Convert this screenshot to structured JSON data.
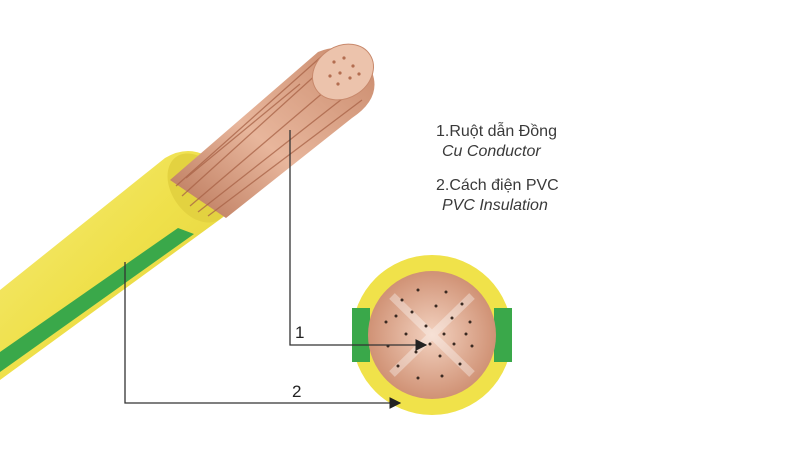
{
  "legend": {
    "items": [
      {
        "number_label": "1.Ruột dẫn Đồng",
        "english": "Cu Conductor"
      },
      {
        "number_label": "2.Cách điện PVC",
        "english": "PVC Insulation"
      }
    ]
  },
  "callouts": {
    "conductor": "1",
    "insulation": "2"
  },
  "colors": {
    "insulation_yellow": "#f0e24a",
    "insulation_green": "#3aa84a",
    "copper": "#d9a184",
    "copper_dark": "#b8755a",
    "leader_line": "#333333"
  }
}
